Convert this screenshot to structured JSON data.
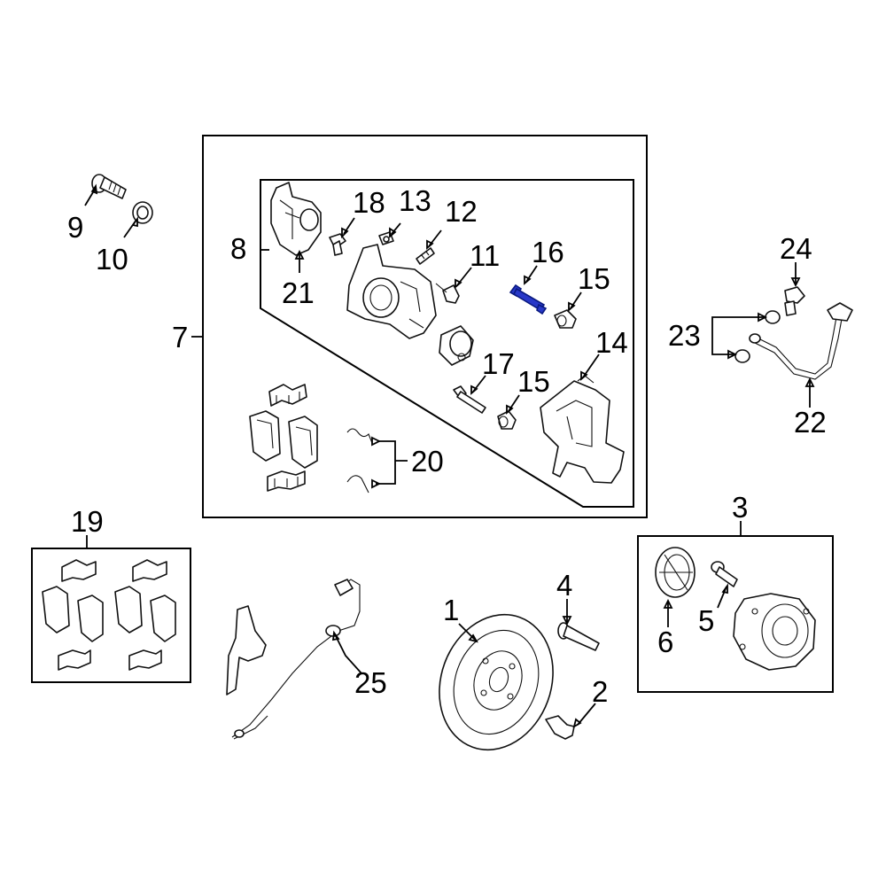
{
  "callouts": {
    "c1": "1",
    "c2": "2",
    "c3": "3",
    "c4": "4",
    "c5": "5",
    "c6": "6",
    "c7": "7",
    "c8": "8",
    "c9": "9",
    "c10": "10",
    "c11": "11",
    "c12": "12",
    "c13": "13",
    "c14": "14",
    "c15a": "15",
    "c15b": "15",
    "c16": "16",
    "c17": "17",
    "c18": "18",
    "c19": "19",
    "c20": "20",
    "c21": "21",
    "c22": "22",
    "c23": "23",
    "c24": "24",
    "c25": "25"
  },
  "colors": {
    "line": "#000000",
    "highlight": "#2838c8"
  },
  "highlighted_part": "16"
}
